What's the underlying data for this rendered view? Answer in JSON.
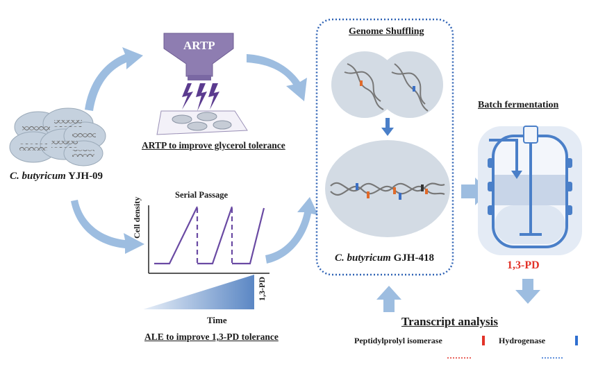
{
  "strain_start": {
    "genus": "C. butyricum",
    "id": "YJH-09"
  },
  "artp": {
    "device_label": "ARTP",
    "caption": "ARTP to improve glycerol tolerance"
  },
  "ale": {
    "chart_title": "Serial Passage",
    "y_label": "Cell density",
    "gradient_label": "1,3-PD",
    "time_label": "Time",
    "caption": "ALE to improve 1,3-PD tolerance"
  },
  "shuffling": {
    "title": "Genome Shuffling",
    "strain_genus": "C. butyricum",
    "strain_id": "GJH-418"
  },
  "fermentation": {
    "title": "Batch fermentation",
    "product": "1,3-PD"
  },
  "transcript": {
    "title": "Transcript analysis",
    "gene_up": "Peptidylprolyl isomerase",
    "gene_down": "Hydrogenase"
  },
  "colors": {
    "arrow": "#9dbde0",
    "purple": "#6a4aa3",
    "shuffle_border": "#2f63b5",
    "product_red": "#e23228",
    "down_blue": "#2f6fd0",
    "cell_fill": "#bcc9d6"
  }
}
